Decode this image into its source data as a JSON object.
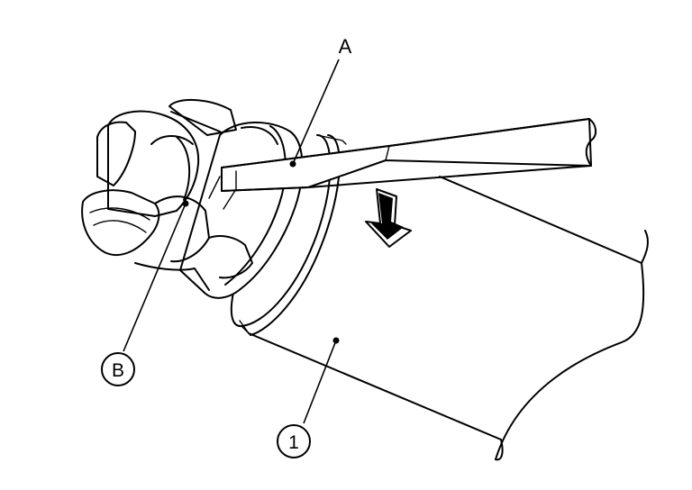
{
  "labels": {
    "tool": "A",
    "connector": "B",
    "body": "1"
  },
  "colors": {
    "ink": "#000000",
    "paper": "#ffffff"
  }
}
